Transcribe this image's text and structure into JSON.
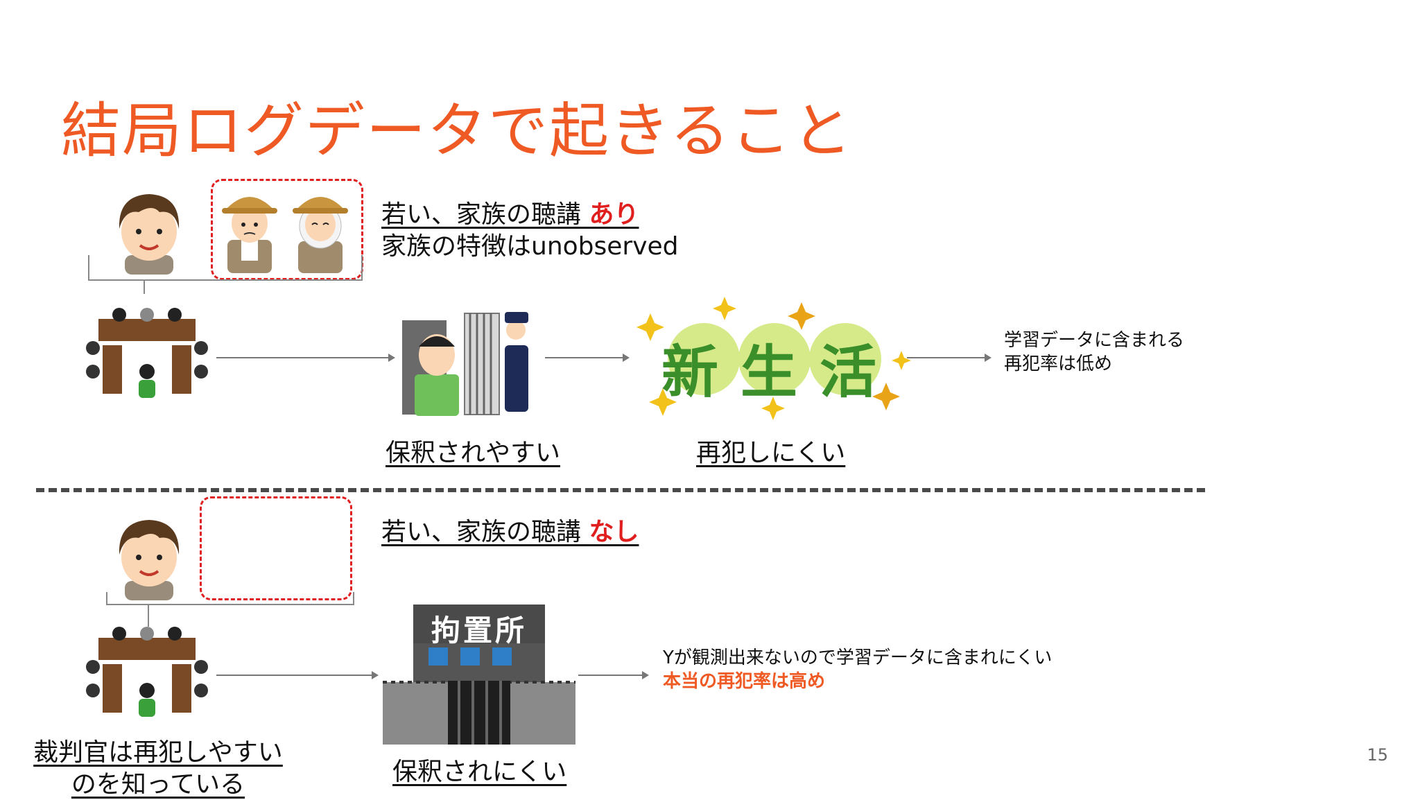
{
  "title": "結局ログデータで起きること",
  "page_number": "15",
  "top_row": {
    "desc_line1_prefix": "若い、家族の聴講",
    "desc_line1_highlight": "あり",
    "desc_line2": "家族の特徴はunobserved",
    "caption_bail": "保釈されやすい",
    "caption_reoffend": "再犯しにくい",
    "newlife_chars": [
      "新",
      "生",
      "活"
    ],
    "note_line1": "学習データに含まれる",
    "note_line2": "再犯率は低め"
  },
  "bottom_row": {
    "desc_line1_prefix": "若い、家族の聴講",
    "desc_line1_highlight": "なし",
    "detention_sign": "拘置所",
    "caption_bail": "保釈されにくい",
    "judge_caption_line1": "裁判官は再犯しやすい",
    "judge_caption_line2": "のを知っている",
    "note_line1": "Yが観測出来ないので学習データに含まれにくい",
    "note_line2": "本当の再犯率は高め"
  },
  "colors": {
    "title": "#ef5a24",
    "highlight": "#e01e1e",
    "dash_box": "#e02020",
    "note_emphasis": "#ef5a24"
  }
}
